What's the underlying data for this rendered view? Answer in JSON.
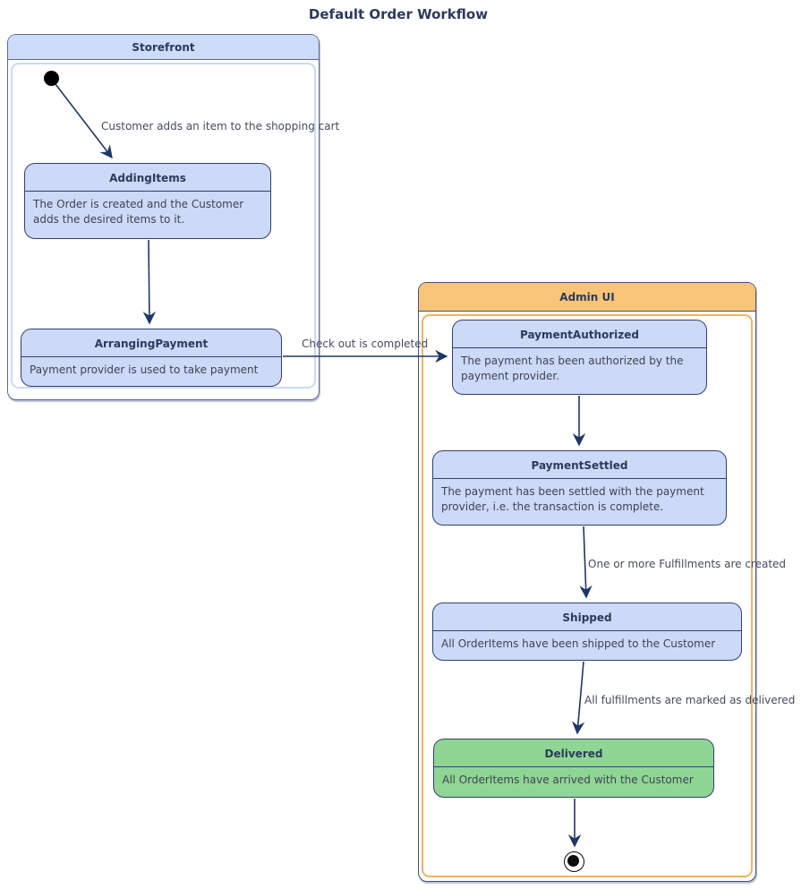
{
  "title": "Default Order Workflow",
  "containers": {
    "storefront": {
      "label": "Storefront"
    },
    "admin_ui": {
      "label": "Admin UI"
    }
  },
  "states": {
    "adding_items": {
      "name": "AddingItems",
      "description": "The Order is created and the Customer adds the desired items to it."
    },
    "arranging_payment": {
      "name": "ArrangingPayment",
      "description": "Payment provider is used to take payment"
    },
    "payment_authorized": {
      "name": "PaymentAuthorized",
      "description": "The payment has been authorized by the payment provider."
    },
    "payment_settled": {
      "name": "PaymentSettled",
      "description": "The payment has been settled with the payment provider, i.e. the transaction is complete."
    },
    "shipped": {
      "name": "Shipped",
      "description": "All OrderItems have been shipped to the Customer"
    },
    "delivered": {
      "name": "Delivered",
      "description": "All OrderItems have arrived with the Customer"
    }
  },
  "transitions": {
    "add_item": {
      "label": "Customer adds an item to the shopping cart"
    },
    "checkout": {
      "label": "Check out is completed"
    },
    "fulfillments_created": {
      "label": "One or more Fulfillments are created"
    },
    "marked_delivered": {
      "label": "All fulfillments are marked as delivered"
    }
  },
  "markers": {
    "initial_state": "initial-state-dot",
    "final_state": "final-state-bullseye"
  },
  "colors": {
    "state_fill": "#ccd9f7",
    "state_border": "#33406d",
    "delivered_fill": "#8fd694",
    "storefront_header_fill": "#ccdcf9",
    "storefront_inner_border": "#c9d9f8",
    "admin_header_fill": "#f8c477",
    "admin_inner_border": "#f1b45f",
    "container_border": "#45526f",
    "edge_line": "#1e3767",
    "edge_label_text": "#474a5e",
    "title_text": "#2c3a5e"
  }
}
